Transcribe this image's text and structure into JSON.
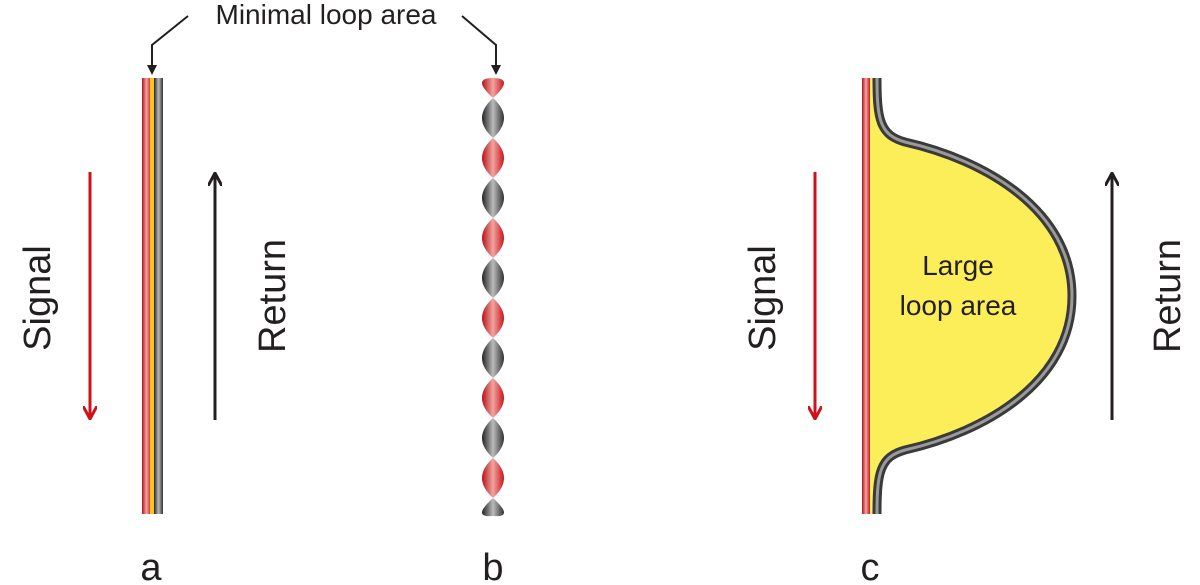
{
  "title_label": "Minimal loop area",
  "panels": [
    {
      "letter": "a",
      "signal_label": "Signal",
      "return_label": "Return"
    },
    {
      "letter": "b"
    },
    {
      "letter": "c",
      "signal_label": "Signal",
      "return_label": "Return",
      "loop_label_line1": "Large",
      "loop_label_line2": "loop area"
    }
  ],
  "colors": {
    "signal": "#d0111b",
    "return": "#231f20",
    "loop_fill": "#fcee58",
    "wire_gray": "#6d6e70"
  }
}
